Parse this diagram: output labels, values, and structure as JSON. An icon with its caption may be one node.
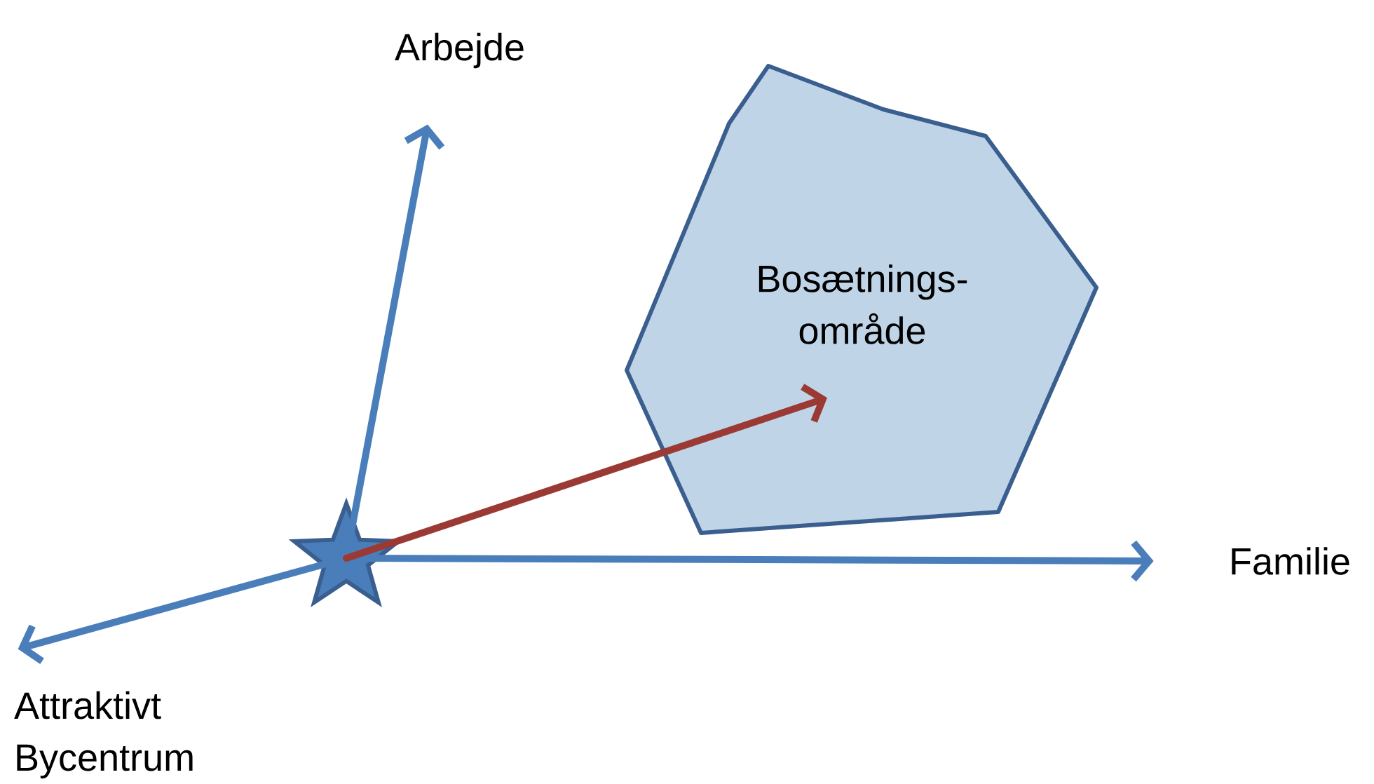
{
  "diagram": {
    "nodes": [
      {
        "text": [],
        "shape": "star"
      },
      {
        "text": [
          "Arbejde"
        ]
      },
      {
        "text": [
          "Familie"
        ]
      },
      {
        "text": [
          "Attraktivt Bycentrum"
        ]
      },
      {
        "text": [
          "Bosætnings-område"
        ]
      }
    ],
    "edges": [
      {
        "from": 0,
        "to": 1,
        "arrow": "to"
      },
      {
        "from": 0,
        "to": 2,
        "arrow": "to"
      },
      {
        "from": 0,
        "to": 3,
        "arrow": "to"
      },
      {
        "from": 0,
        "to": 4,
        "arrow": "to",
        "color": "#9b3a35"
      }
    ]
  }
}
